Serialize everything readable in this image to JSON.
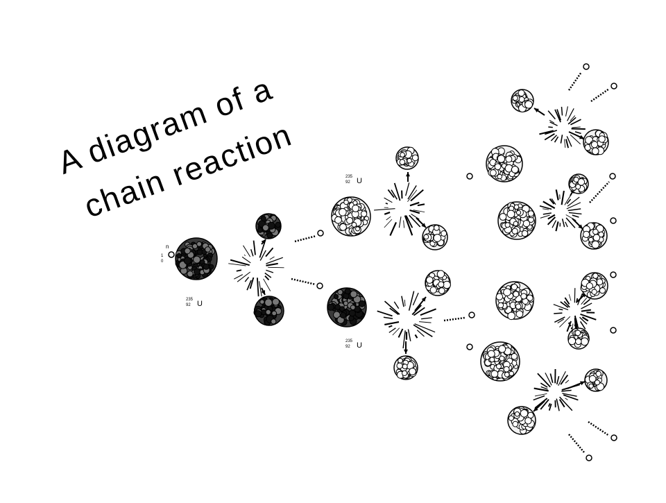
{
  "title": {
    "line1": "A diagram of a",
    "line2": "chain reaction"
  },
  "labels": {
    "neutron_symbol": "n",
    "neutron_mass": "1",
    "neutron_charge": "0",
    "uranium_symbol": "U",
    "uranium_mass": "235",
    "uranium_z": "92"
  },
  "colors": {
    "ink": "#000000",
    "paper": "#ffffff",
    "nucleus_fill": "#3a3a3a",
    "nucleus_light": "#f2f2f2"
  }
}
